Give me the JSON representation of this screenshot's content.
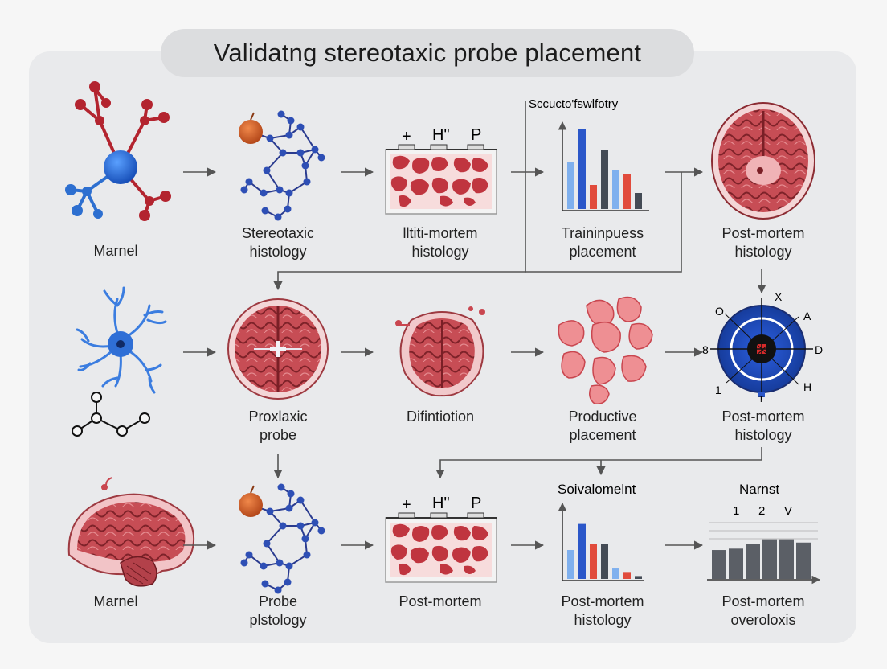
{
  "title": "Validatng stereotaxic probe placement",
  "colors": {
    "panel": "#e9eaec",
    "tissue_red": "#c9464f",
    "neuron_blue": "#2f6fd6",
    "node_navy": "#2a3b8f",
    "arrow": "#555555",
    "bar_light_blue": "#7fb0ee",
    "bar_blue": "#2b57c9",
    "bar_red": "#e14b3c",
    "bar_dark": "#444b55"
  },
  "rows": [
    {
      "steps": [
        {
          "icon": "molecule-icon",
          "label_lines": [
            "Marnel"
          ]
        },
        {
          "icon": "network-icon",
          "label_lines": [
            "Stereotaxic",
            "histology"
          ]
        },
        {
          "icon": "tissue-slide-icon",
          "label_lines": [
            "lltiti-mortem",
            "histology"
          ],
          "symbols": [
            "+",
            "H\"",
            "P"
          ]
        },
        {
          "icon": "bar-chart-icon",
          "label_lines": [
            "Traininpuess",
            "placement"
          ],
          "header": "Sccucto'fswlfotry"
        },
        {
          "icon": "brain-top-icon",
          "label_lines": [
            "Post-mortem",
            "histology"
          ]
        }
      ]
    },
    {
      "steps": [
        {
          "icon": "neuron-icon",
          "label_lines": []
        },
        {
          "icon": "brain-section-icon",
          "label_lines": [
            "Proxlaxic",
            "probe"
          ]
        },
        {
          "icon": "brain-slice-icon",
          "label_lines": [
            "Difintiotion"
          ]
        },
        {
          "icon": "cell-cluster-icon",
          "label_lines": [
            "Productive",
            "placement"
          ]
        },
        {
          "icon": "target-icon",
          "label_lines": [
            "Post-mortem",
            "histology"
          ],
          "axis_marks": [
            "X",
            "O",
            "A",
            "8",
            "D",
            "1",
            "H",
            "T"
          ]
        }
      ]
    },
    {
      "steps": [
        {
          "icon": "brain-sagittal-icon",
          "label_lines": [
            "Marnel"
          ]
        },
        {
          "icon": "network-icon",
          "label_lines": [
            "Probe",
            "plstology"
          ]
        },
        {
          "icon": "tissue-slide-icon",
          "label_lines": [
            "Post-mortem"
          ],
          "symbols": [
            "+",
            "H\"",
            "P"
          ]
        },
        {
          "icon": "bar-chart-icon",
          "label_lines": [
            "Post-mortem",
            "histology"
          ],
          "header": "Soivalomelnt"
        },
        {
          "icon": "bar-chart-gray-icon",
          "label_lines": [
            "Post-mortem",
            "overoloxis"
          ],
          "header": "Narnst",
          "tick_labels": [
            "1",
            "2",
            "V"
          ]
        }
      ]
    }
  ],
  "chart_data": [
    {
      "type": "bar",
      "title": "Sccucto'fswlfotry",
      "values": [
        0.58,
        1.0,
        0.3,
        0.74,
        0.48,
        0.43,
        0.2
      ],
      "colors": [
        "#7fb0ee",
        "#2b57c9",
        "#e14b3c",
        "#444b55",
        "#7fb0ee",
        "#e14b3c",
        "#444b55"
      ]
    },
    {
      "type": "bar",
      "title": "Soivalomelnt",
      "values": [
        0.5,
        0.95,
        0.6,
        0.6,
        0.18,
        0.12,
        0.05
      ],
      "colors": [
        "#7fb0ee",
        "#2b57c9",
        "#e14b3c",
        "#444b55",
        "#7fb0ee",
        "#e14b3c",
        "#444b55"
      ]
    },
    {
      "type": "bar",
      "title": "Narnst",
      "categories": [
        "1",
        "2",
        "V"
      ],
      "values": [
        0.62,
        0.65,
        0.75,
        0.85,
        0.85,
        0.78
      ],
      "colors": [
        "#5b5f66"
      ]
    }
  ]
}
